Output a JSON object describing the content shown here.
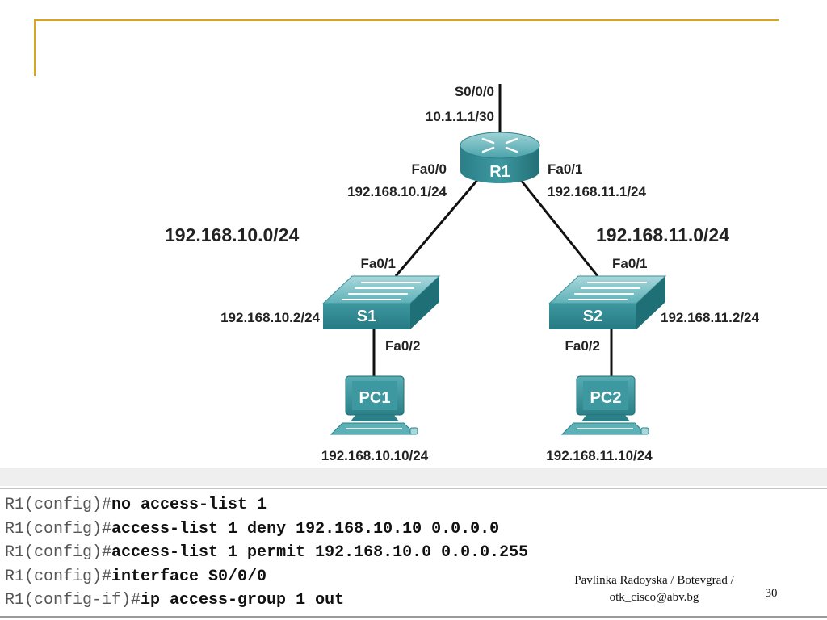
{
  "diagram": {
    "router": {
      "name": "R1",
      "serial_if": "S0/0/0",
      "serial_ip": "10.1.1.1/30",
      "fa00_if": "Fa0/0",
      "fa00_ip": "192.168.10.1/24",
      "fa01_if": "Fa0/1",
      "fa01_ip": "192.168.11.1/24"
    },
    "networks": {
      "left": "192.168.10.0/24",
      "right": "192.168.11.0/24"
    },
    "switch1": {
      "name": "S1",
      "uplink_if": "Fa0/1",
      "ip": "192.168.10.2/24",
      "host_if": "Fa0/2"
    },
    "switch2": {
      "name": "S2",
      "uplink_if": "Fa0/1",
      "ip": "192.168.11.2/24",
      "host_if": "Fa0/2"
    },
    "pc1": {
      "name": "PC1",
      "ip": "192.168.10.10/24"
    },
    "pc2": {
      "name": "PC2",
      "ip": "192.168.11.10/24"
    },
    "colors": {
      "device_teal": "#2f8a92",
      "frame_gold": "#d8a51e"
    }
  },
  "cli": {
    "lines": [
      {
        "prompt": "R1(config)#",
        "command": "no access-list 1"
      },
      {
        "prompt": "R1(config)#",
        "command": "access-list 1 deny 192.168.10.10 0.0.0.0"
      },
      {
        "prompt": "R1(config)#",
        "command": "access-list 1 permit 192.168.10.0 0.0.0.255"
      },
      {
        "prompt": "R1(config)#",
        "command": "interface S0/0/0"
      },
      {
        "prompt": "R1(config-if)#",
        "command": "ip access-group 1 out"
      }
    ]
  },
  "footer": {
    "line1": "Pavlinka Radoyska / Botevgrad /",
    "line2": "otk_cisco@abv.bg",
    "page_number": "30"
  }
}
